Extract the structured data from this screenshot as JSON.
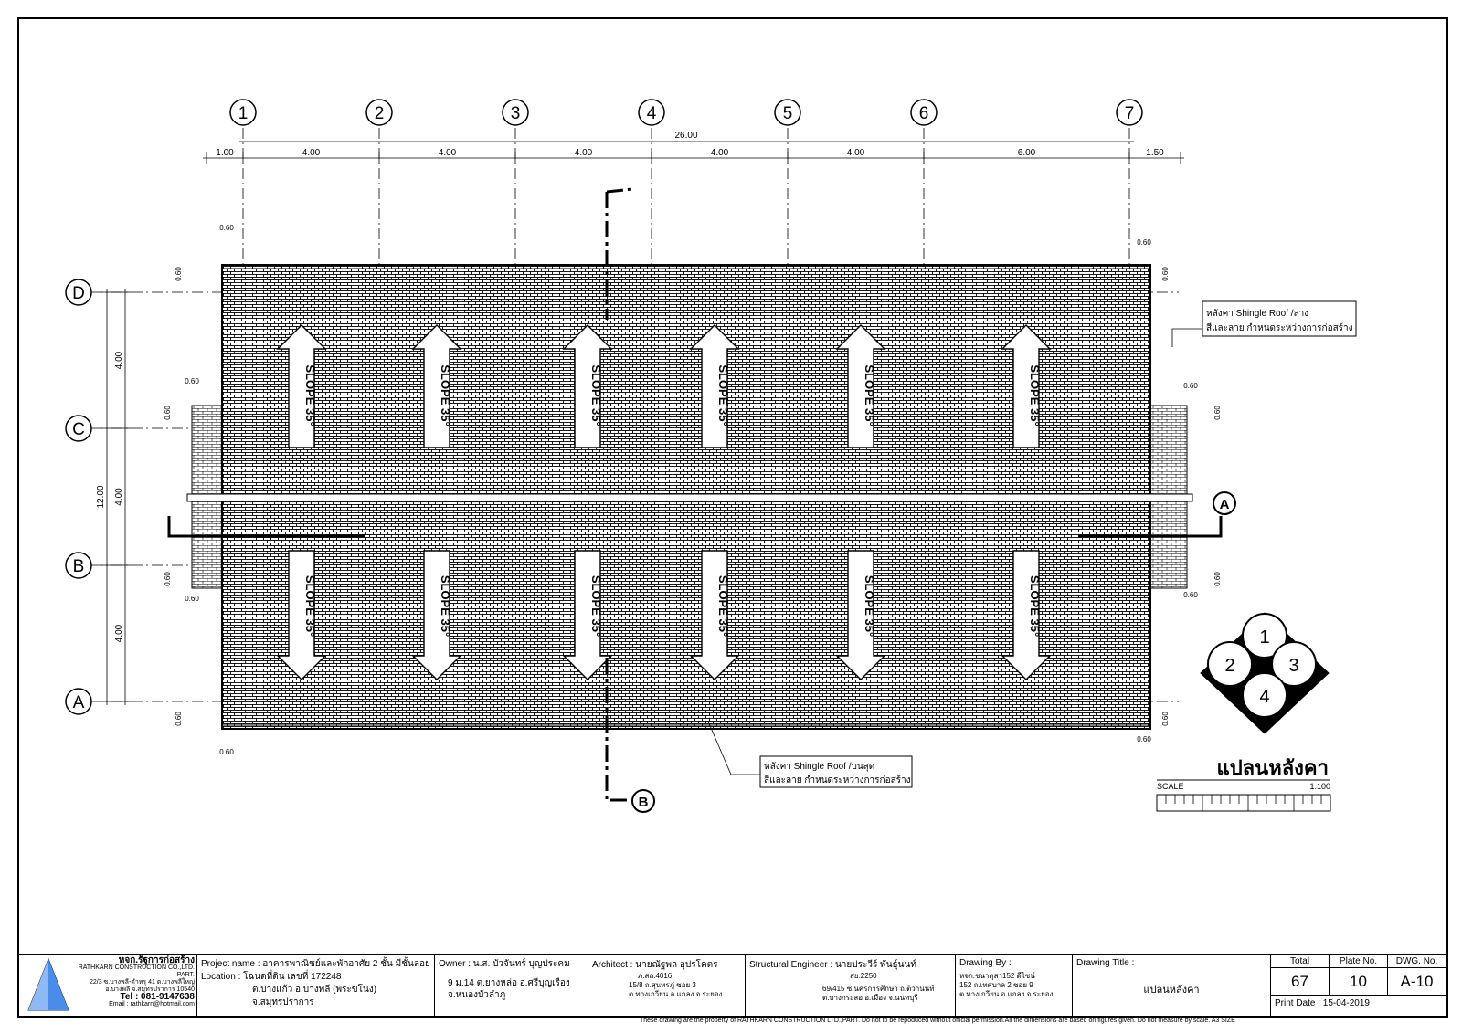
{
  "grid": {
    "columns": [
      "1",
      "2",
      "3",
      "4",
      "5",
      "6",
      "7"
    ],
    "rows": [
      "D",
      "C",
      "B",
      "A"
    ],
    "overall_dimension": "26.00",
    "top_dimensions": [
      "1.00",
      "4.00",
      "4.00",
      "4.00",
      "4.00",
      "4.00",
      "6.00",
      "1.50"
    ],
    "left_dimensions": [
      "4.00",
      "4.00",
      "4.00"
    ],
    "left_total": "12.00",
    "eave_dim": "0.60"
  },
  "roof": {
    "slope_label": "SLOPE 35°",
    "note_lower_line1": "หลังคา Shingle Roof /ล่าง",
    "note_lower_line2": "สีและลาย กำหนดระหว่างการก่อสร้าง",
    "note_upper_line1": "หลังคา Shingle Roof /บนสุด",
    "note_upper_line2": "สีและลาย กำหนดระหว่างการก่อสร้าง"
  },
  "sections": {
    "a": "A",
    "b": "B"
  },
  "key_plan": [
    "1",
    "2",
    "3",
    "4"
  ],
  "plan_title": "แปลนหลังคา",
  "scale_label": "SCALE",
  "scale_value": "1:100",
  "titleblock": {
    "company_th": "หจก.รัฐการก่อสร้าง",
    "company_en": "RATHKARN CONSTRUCTION CO.,LTD. PART.",
    "company_addr1": "22/3 ซ.บางพลี-ตำหรุ 41 ต.บางพลีใหญ่",
    "company_addr2": "อ.บางพลี จ.สมุทรปราการ 10540",
    "company_tel": "Tel : 081-9147638",
    "company_email": "Email : rathkarn@hotmail.com",
    "project_label": "Project name :",
    "project_value": "อาคารพาณิชย์และพักอาศัย 2 ชั้น มีชั้นลอย",
    "location_label": "Location :",
    "location_l1": "โฉนดที่ดิน เลขที่ 172248",
    "location_l2": "ต.บางแก้ว อ.บางพลี (พระขโนง)",
    "location_l3": "จ.สมุทรปราการ",
    "owner_label": "Owner :",
    "owner_value": "น.ส. บัวจันทร์ บุญประคม",
    "owner_l2": "9 ม.14 ต.ยางหล่อ อ.ศรีบุญเรือง",
    "owner_l3": "จ.หนองบัวลำภู",
    "arch_label": "Architect :",
    "arch_value": "นายณัฐพล อุปรโคตร",
    "arch_l2": "ภ.สถ.4016",
    "arch_l3": "15/8 ถ.สุนทรภู่ ซอย 3",
    "arch_l4": "ต.ทางเกวียน อ.แกลง จ.ระยอง",
    "struct_label": "Structural Engineer :",
    "struct_value": "นายประวีร์ พันธุ์นนท์",
    "struct_l2": "สย.2250",
    "struct_l3": "69/415 ซ.นครการศึกษา ถ.ติวานนท์",
    "struct_l4": "ต.บางกระสอ อ.เมือง จ.นนทบุรี",
    "drawn_label": "Drawing By :",
    "drawn_value": "หจก.ชนาตุสา152 ดีไซน์",
    "drawn_l2": "152 ถ.เทศบาล 2 ซอย 9",
    "drawn_l3": "ต.ทางเกวียน อ.แกลง จ.ระยอง",
    "title_label": "Drawing Title :",
    "title_value": "แปลนหลังคา",
    "total_label": "Total",
    "total_value": "67",
    "plate_label": "Plate No.",
    "plate_value": "10",
    "dwg_label": "DWG. No.",
    "dwg_value": "A-10",
    "print_date": "Print Date : 15-04-2019"
  },
  "footer_note": "These drawing are the property of RATHKARN CONSTRUCTION LTD.,PART. Do not to be repoduced without official permission.All the dimensions are based on figures given. Do not measure by scale.   A3 SIZE"
}
